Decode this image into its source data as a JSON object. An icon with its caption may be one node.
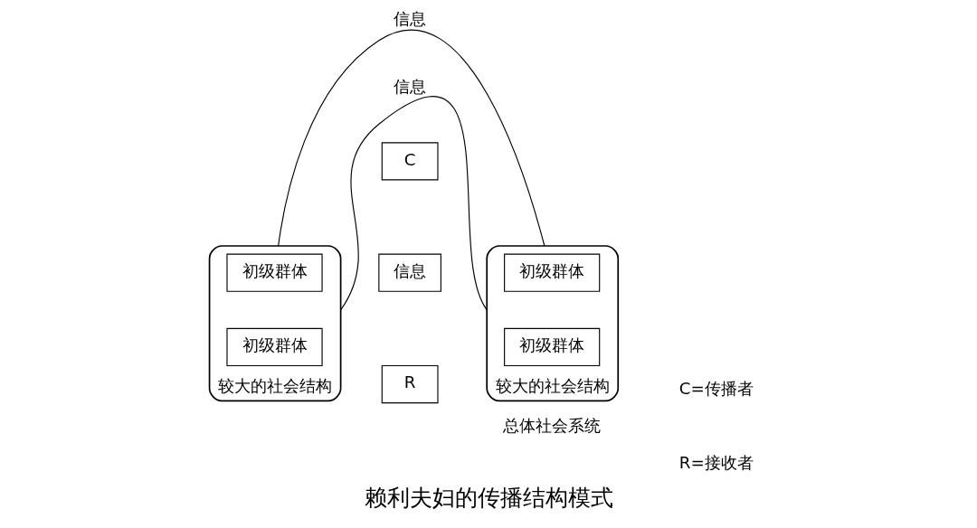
{
  "diagram": {
    "caption": "赖利夫妇的传播结构模式",
    "nodes": [
      {
        "text": [
          "较大的社会结构"
        ]
      },
      {
        "text": [
          "初级群体"
        ],
        "in": 0
      },
      {
        "text": [
          "初级群体"
        ],
        "in": 0
      },
      {
        "text": [
          "较大的社会结构"
        ]
      },
      {
        "text": [
          "初级群体"
        ],
        "in": 3
      },
      {
        "text": [
          "初级群体"
        ],
        "in": 3
      },
      {
        "text": [
          "C"
        ]
      },
      {
        "text": [
          "信息"
        ]
      },
      {
        "text": [
          "R"
        ]
      }
    ],
    "edges": [
      {
        "from": 0,
        "to": 3,
        "arrow": "none",
        "label": "信息"
      },
      {
        "from": 0,
        "to": 3,
        "arrow": "none",
        "label": "信息"
      }
    ],
    "labels": [
      "总体社会系统",
      "C=传播者",
      "R=接收者"
    ]
  }
}
